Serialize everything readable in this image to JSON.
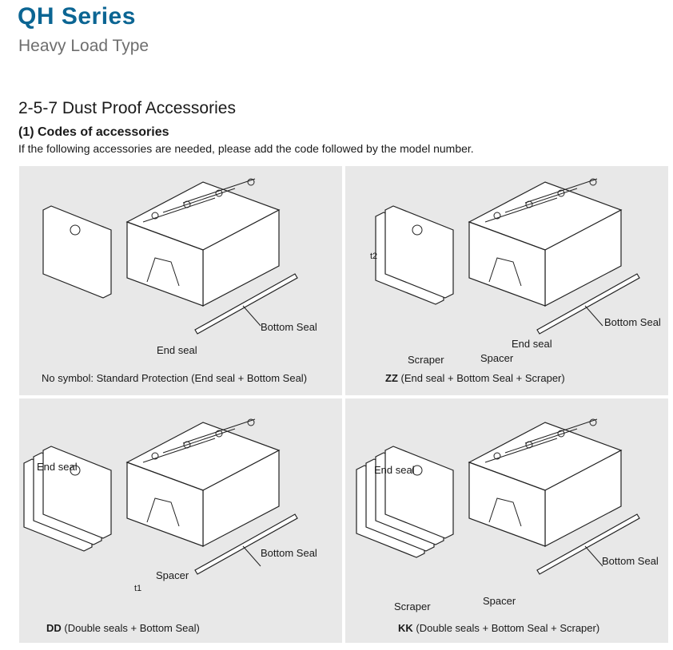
{
  "header": {
    "series_title": "QH Series",
    "subtitle": "Heavy Load Type"
  },
  "section": {
    "title": "2-5-7 Dust Proof Accessories",
    "subtitle": "(1) Codes of accessories",
    "intro": "If the following accessories are needed, please add the code followed by the model number."
  },
  "panels": [
    {
      "code": "",
      "caption": "No symbol: Standard Protection (End seal + Bottom Seal)",
      "labels": {
        "bottom_seal": "Bottom Seal",
        "end_seal": "End seal"
      }
    },
    {
      "code": "ZZ",
      "caption": " (End seal + Bottom Seal + Scraper)",
      "labels": {
        "t2": "t2",
        "bottom_seal": "Bottom Seal",
        "end_seal": "End seal",
        "scraper": "Scraper",
        "spacer": "Spacer"
      }
    },
    {
      "code": "DD",
      "caption": " (Double seals + Bottom Seal)",
      "labels": {
        "end_seal": "End seal",
        "bottom_seal": "Bottom Seal",
        "spacer": "Spacer",
        "t1": "t1"
      }
    },
    {
      "code": "KK",
      "caption": " (Double seals + Bottom Seal + Scraper)",
      "labels": {
        "end_seal": "End seal",
        "bottom_seal": "Bottom Seal",
        "spacer": "Spacer",
        "scraper": "Scraper"
      }
    }
  ]
}
